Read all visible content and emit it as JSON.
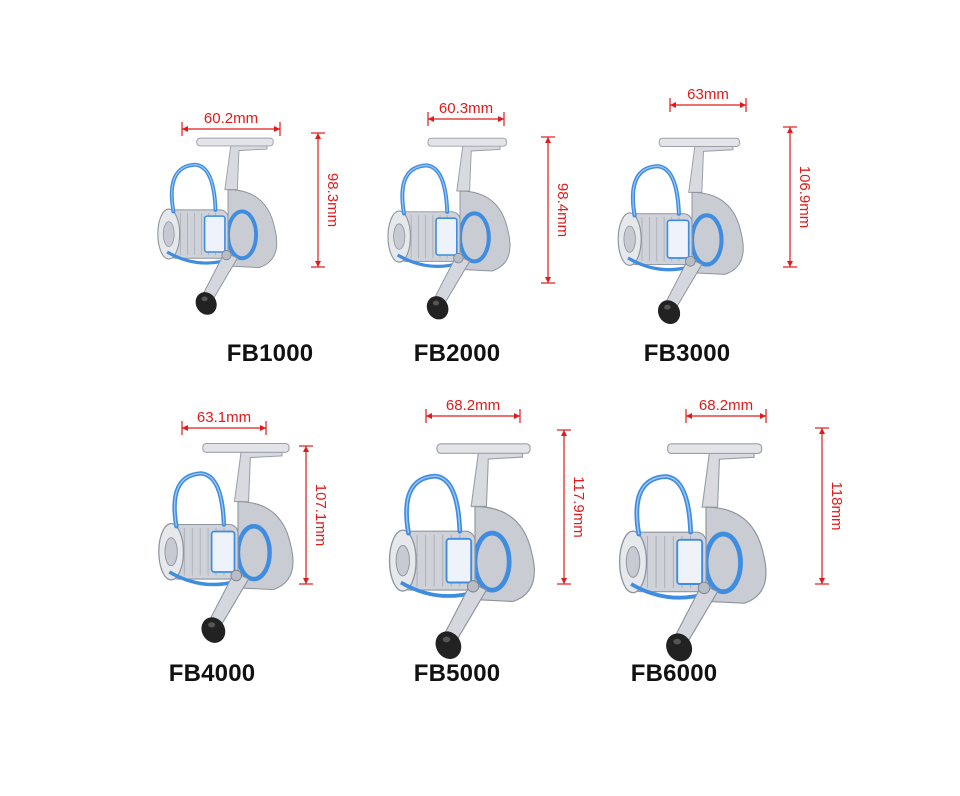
{
  "reels": [
    {
      "model": "FB1000",
      "width": "60.2mm",
      "height": "98.3mm"
    },
    {
      "model": "FB2000",
      "width": "60.3mm",
      "height": "98.4mm"
    },
    {
      "model": "FB3000",
      "width": "63mm",
      "height": "106.9mm"
    },
    {
      "model": "FB4000",
      "width": "63.1mm",
      "height": "107.1mm"
    },
    {
      "model": "FB5000",
      "width": "68.2mm",
      "height": "117.9mm"
    },
    {
      "model": "FB6000",
      "width": "68.2mm",
      "height": "118mm"
    }
  ],
  "colors": {
    "dimension": "#e01b1b",
    "bail": "#3f8de0",
    "body": "#c9ccd3",
    "knob": "#222222"
  },
  "icons": {
    "product": "spinning-reel-illustration",
    "dimension": "dimension-arrow-icon"
  }
}
